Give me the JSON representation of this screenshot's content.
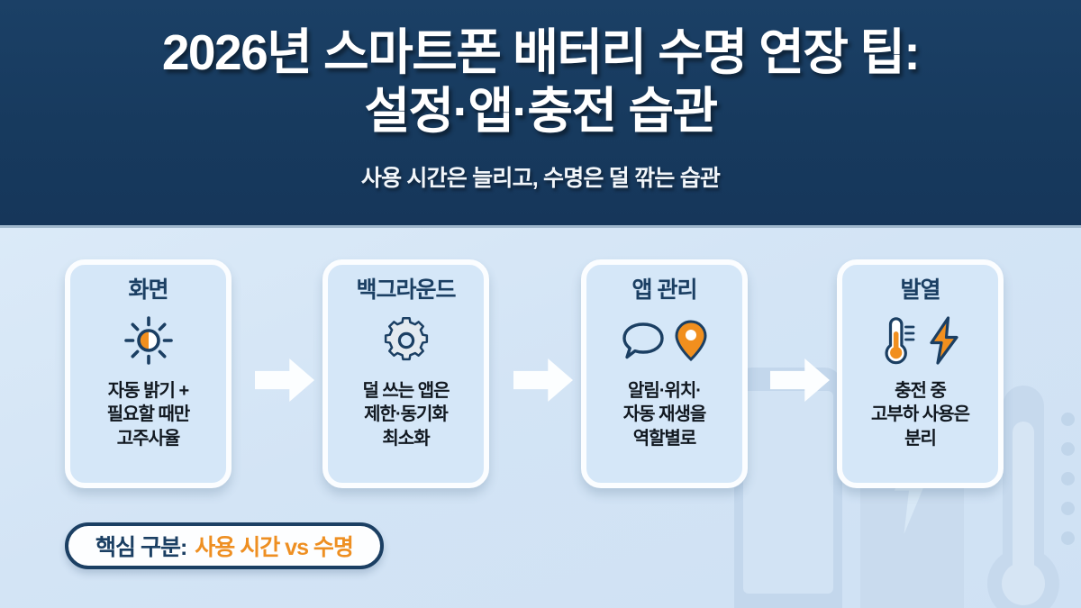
{
  "header": {
    "title_line1": "2026년 스마트폰 배터리 수명 연장 팁:",
    "title_line2": "설정·앱·충전 습관",
    "subtitle": "사용 시간은 늘리고, 수명은 덜 깎는 습관"
  },
  "colors": {
    "header_navy": "#173a5e",
    "stage_blue": "#d6e7f7",
    "card_fill": "#d5e7f8",
    "card_border": "#fbfdff",
    "accent_orange": "#ee8f22",
    "text_navy": "#1b3f63",
    "body_text": "#111820",
    "watermark_blue": "#c6d9ed"
  },
  "steps": [
    {
      "title": "화면",
      "icons": [
        "sun-brightness-icon"
      ],
      "text": "자동 밝기 +\n필요할 때만\n고주사율"
    },
    {
      "title": "백그라운드",
      "icons": [
        "gear-icon"
      ],
      "text": "덜 쓰는 앱은\n제한·동기화\n최소화"
    },
    {
      "title": "앱 관리",
      "icons": [
        "speech-bubble-icon",
        "location-pin-icon"
      ],
      "text": "알림·위치·\n자동 재생을\n역할별로"
    },
    {
      "title": "발열",
      "icons": [
        "thermometer-icon",
        "lightning-bolt-icon"
      ],
      "text": "충전 중\n고부하 사용은\n분리"
    }
  ],
  "connectors": [
    {
      "name": "arrow-right"
    },
    {
      "name": "arrow-right"
    },
    {
      "name": "arrow-right"
    }
  ],
  "badge": {
    "label": "핵심 구분:",
    "value": "사용 시간 vs 수명"
  },
  "watermarks": [
    {
      "name": "smartphone-watermark"
    },
    {
      "name": "battery-bolt-watermark"
    },
    {
      "name": "thermometer-watermark"
    }
  ]
}
